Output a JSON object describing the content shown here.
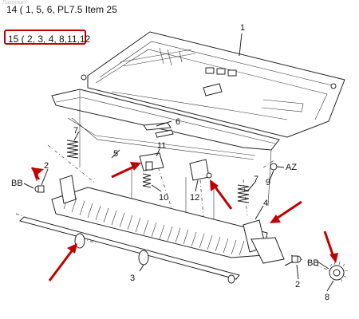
{
  "header": {
    "watermark": "Лазерка®",
    "line1": "14 ( 1, 5, 6, PL7.5 Item 25",
    "line2": "15 ( 2, 3, 4, 8,11,12"
  },
  "callouts": [
    {
      "id": "c1",
      "text": "1"
    },
    {
      "id": "c2a",
      "text": "2"
    },
    {
      "id": "c2b",
      "text": "2"
    },
    {
      "id": "c3",
      "text": "3"
    },
    {
      "id": "c4",
      "text": "4"
    },
    {
      "id": "c5",
      "text": "5"
    },
    {
      "id": "c6",
      "text": "6"
    },
    {
      "id": "c7a",
      "text": "7"
    },
    {
      "id": "c7b",
      "text": "7"
    },
    {
      "id": "c8",
      "text": "8"
    },
    {
      "id": "c9",
      "text": "9"
    },
    {
      "id": "c10",
      "text": "10"
    },
    {
      "id": "c11",
      "text": "11"
    },
    {
      "id": "c12",
      "text": "12"
    },
    {
      "id": "bb1",
      "text": "BB"
    },
    {
      "id": "bb2",
      "text": "BB"
    },
    {
      "id": "az",
      "text": "AZ"
    }
  ],
  "colors": {
    "highlight": "#c00000",
    "line": "#222222"
  }
}
